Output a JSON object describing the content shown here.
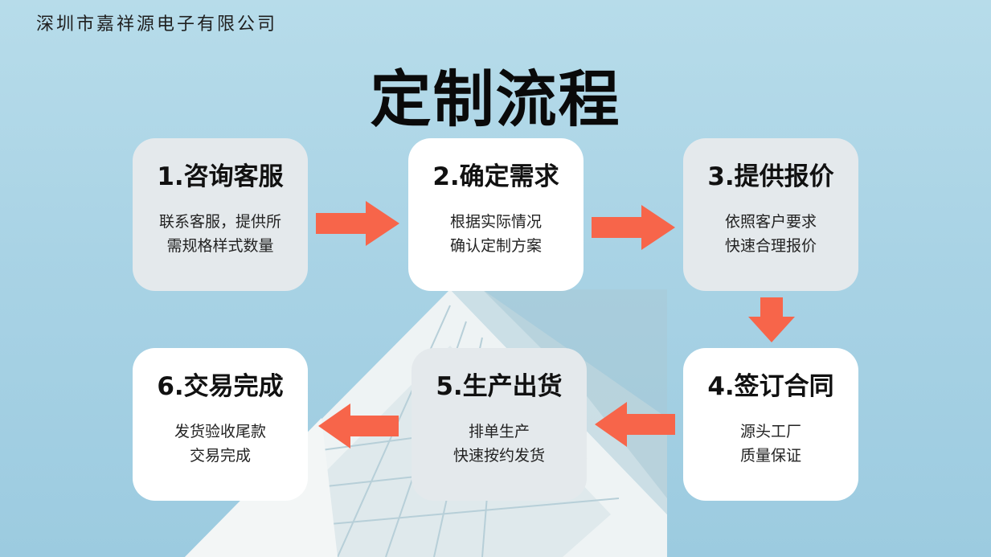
{
  "company_name": "深圳市嘉祥源电子有限公司",
  "page_title": "定制流程",
  "colors": {
    "arrow": "#f7654a",
    "card_gray": "#e4e9ec",
    "card_white": "#ffffff"
  },
  "steps": [
    {
      "title": "1.咨询客服",
      "line1": "联系客服，提供所",
      "line2": "需规格样式数量"
    },
    {
      "title": "2.确定需求",
      "line1": "根据实际情况",
      "line2": "确认定制方案"
    },
    {
      "title": "3.提供报价",
      "line1": "依照客户要求",
      "line2": "快速合理报价"
    },
    {
      "title": "4.签订合同",
      "line1": "源头工厂",
      "line2": "质量保证"
    },
    {
      "title": "5.生产出货",
      "line1": "排单生产",
      "line2": "快速按约发货"
    },
    {
      "title": "6.交易完成",
      "line1": "发货验收尾款",
      "line2": "交易完成"
    }
  ]
}
